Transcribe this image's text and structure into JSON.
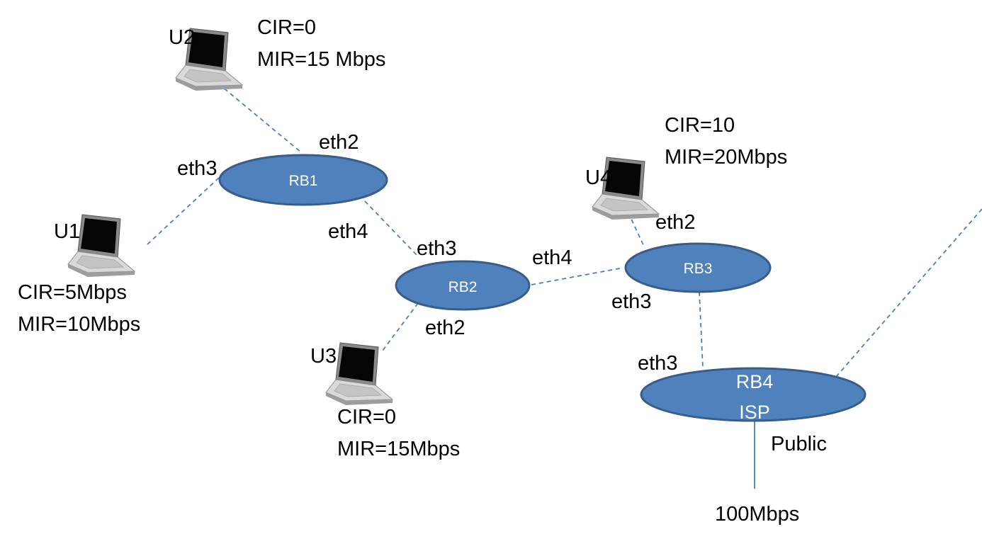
{
  "users": {
    "U1": {
      "name": "U1",
      "cir": "CIR=5Mbps",
      "mir": "MIR=10Mbps"
    },
    "U2": {
      "name": "U2",
      "cir": "CIR=0",
      "mir": "MIR=15 Mbps"
    },
    "U3": {
      "name": "U3",
      "cir": "CIR=0",
      "mir": "MIR=15Mbps"
    },
    "U4": {
      "name": "U4",
      "cir": "CIR=10",
      "mir": "MIR=20Mbps"
    }
  },
  "routers": {
    "RB1": {
      "label": "RB1",
      "ports": {
        "eth2": "eth2",
        "eth3": "eth3",
        "eth4": "eth4"
      }
    },
    "RB2": {
      "label": "RB2",
      "ports": {
        "eth2": "eth2",
        "eth3": "eth3",
        "eth4": "eth4"
      }
    },
    "RB3": {
      "label": "RB3",
      "ports": {
        "eth2": "eth2",
        "eth3": "eth3"
      }
    },
    "RB4": {
      "label": "RB4",
      "sublabel": "ISP",
      "ports": {
        "eth3": "eth3"
      }
    }
  },
  "uplink": {
    "label": "Public",
    "bandwidth": "100Mbps"
  },
  "colors": {
    "router_fill": "#4f81bd",
    "router_stroke": "#385d8a",
    "link": "#4a7ebb"
  }
}
